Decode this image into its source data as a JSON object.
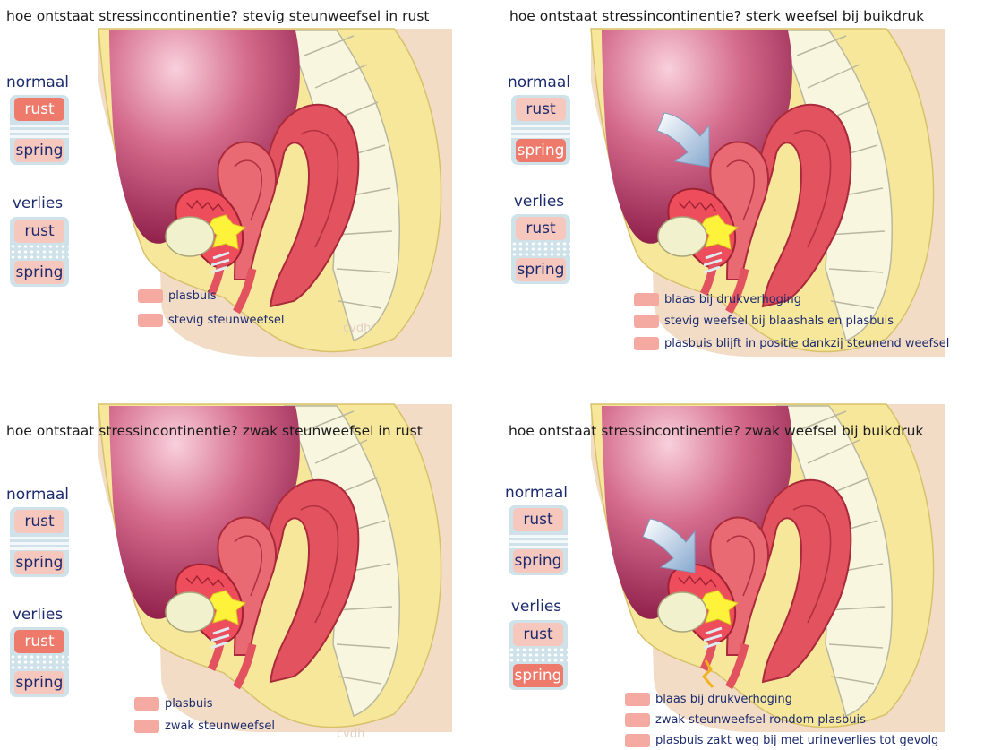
{
  "panels": [
    {
      "title": "hoe ontstaat stressincontinentie? stevig steunweefsel in rust",
      "normaal": {
        "label": "normaal",
        "top": "rust",
        "bottom": "spring"
      },
      "verlies": {
        "label": "verlies",
        "top": "rust",
        "bottom": "spring"
      },
      "legend": [
        "plasbuis",
        "stevig steunweefsel"
      ],
      "signature": "cvdh"
    },
    {
      "title": "hoe ontstaat stressincontinentie? sterk weefsel bij buikdruk",
      "normaal": {
        "label": "normaal",
        "top": "rust",
        "bottom": "spring"
      },
      "verlies": {
        "label": "verlies",
        "top": "rust",
        "bottom": "spring"
      },
      "legend": [
        "blaas bij drukverhoging",
        "stevig weefsel bij blaashals en plasbuis",
        "plasbuis blijft in positie dankzij steunend weefsel"
      ]
    },
    {
      "title": "hoe ontstaat stressincontinentie? zwak steunweefsel in rust",
      "normaal": {
        "label": "normaal",
        "top": "rust",
        "bottom": "spring"
      },
      "verlies": {
        "label": "verlies",
        "top": "rust",
        "bottom": "spring"
      },
      "legend": [
        "plasbuis",
        "zwak steunweefsel"
      ],
      "signature": "cvdh"
    },
    {
      "title": "hoe ontstaat stressincontinentie? zwak weefsel bij buikdruk",
      "normaal": {
        "label": "normaal",
        "top": "rust",
        "bottom": "spring"
      },
      "verlies": {
        "label": "verlies",
        "top": "rust",
        "bottom": "spring"
      },
      "legend": [
        "blaas bij drukverhoging",
        "zwak steunweefsel rondom plasbuis",
        "plasbuis zakt weg bij met urineverlies tot gevolg"
      ]
    }
  ],
  "colors": {
    "skin": "#f2dcc6",
    "fat": "#f7e79a",
    "bladder": "#a8305a",
    "muscle": "#e8566a",
    "urine": "#fff23a",
    "pill_active": "#ee7a6c",
    "pill_inactive": "#f6c7bd",
    "title_text": "#1c2b6e"
  },
  "icons": [
    "pressure-arrow-icon"
  ]
}
